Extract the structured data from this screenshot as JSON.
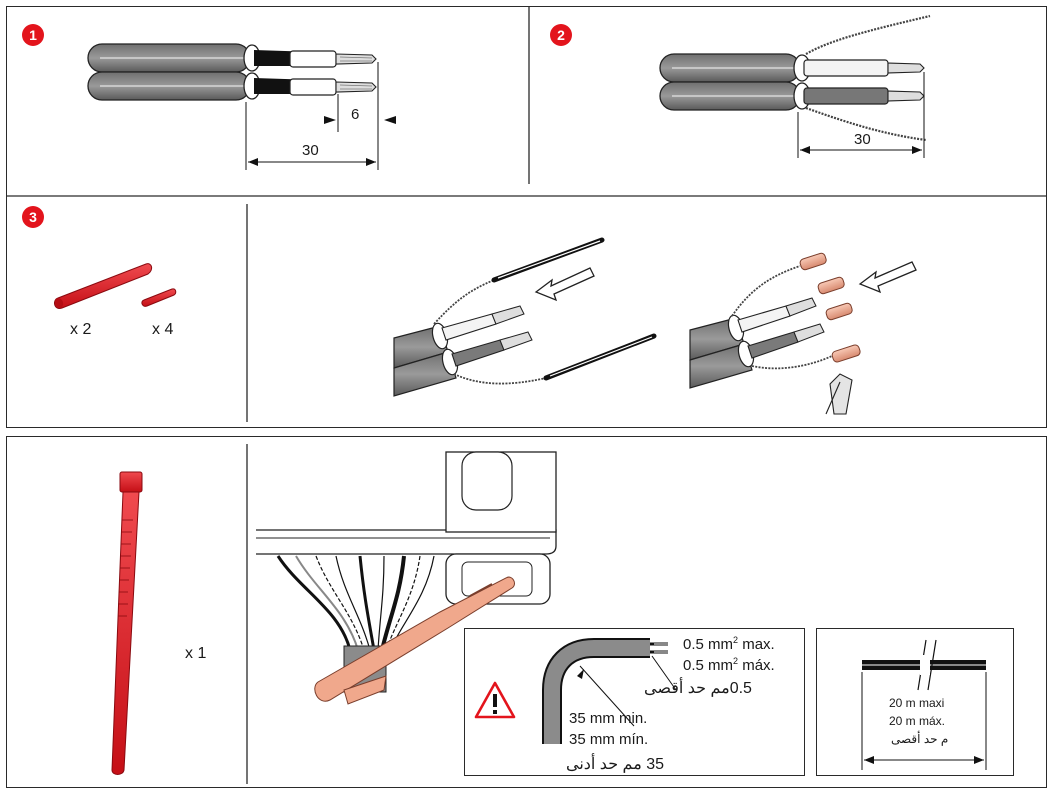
{
  "colors": {
    "accent_red": "#e3141c",
    "cable_gray": "#8b8b8b",
    "cable_dark": "#5e5e5e",
    "ferrule_pink": "#f2a58c",
    "strap_salmon": "#f0a88c",
    "line": "#1a1a1a"
  },
  "steps": {
    "step1": {
      "badge": "1",
      "dim_strip": "6",
      "dim_sheath": "30"
    },
    "step2": {
      "badge": "2",
      "dim_sheath": "30"
    },
    "step3": {
      "badge": "3",
      "qty_long": "x 2",
      "qty_short": "x 4"
    }
  },
  "tie": {
    "qty": "x 1"
  },
  "warning": {
    "icon": "warning-triangle-icon",
    "size_max_en_value": "0.5 mm",
    "size_exp": "2",
    "size_max_en_suffix": " max.",
    "size_max_es_value": "0.5 mm",
    "size_max_es_suffix": " máx.",
    "size_max_ar": "0.5مم حد أقصى",
    "bend_min_en": "35 mm min.",
    "bend_min_es": "35 mm mín.",
    "bend_min_ar": "35 مم حد أدنى"
  },
  "length": {
    "max_fr": "20 m maxi",
    "max_es": "20 m máx.",
    "max_ar": "م حد أقصى"
  }
}
